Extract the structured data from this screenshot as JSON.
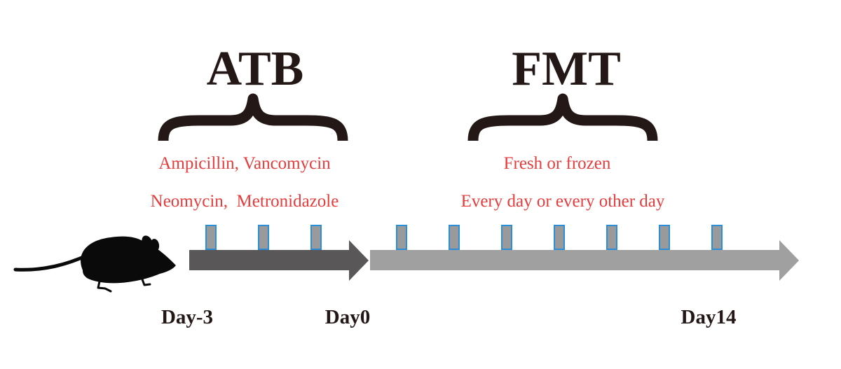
{
  "phases": {
    "atb": {
      "title": "ATB",
      "lines": [
        "Ampicillin, Vancomycin",
        "Neomycin,  Metronidazole"
      ],
      "doses": 3
    },
    "fmt": {
      "title": "FMT",
      "lines": [
        "Fresh or frozen",
        "Every day or every other day"
      ],
      "doses": 7
    }
  },
  "timeline": {
    "labels": {
      "start": "Day-3",
      "mid": "Day0",
      "end": "Day14"
    }
  },
  "colors": {
    "title": "#231815",
    "label_red": "#e63c3c",
    "dark_arrow": "#595757",
    "light_arrow": "#a0a0a0",
    "marker_fill": "#9a9a9a",
    "marker_stroke": "#2a8fd8",
    "mouse": "#0a0a0a"
  },
  "icons": {
    "animal": "mouse-icon"
  }
}
